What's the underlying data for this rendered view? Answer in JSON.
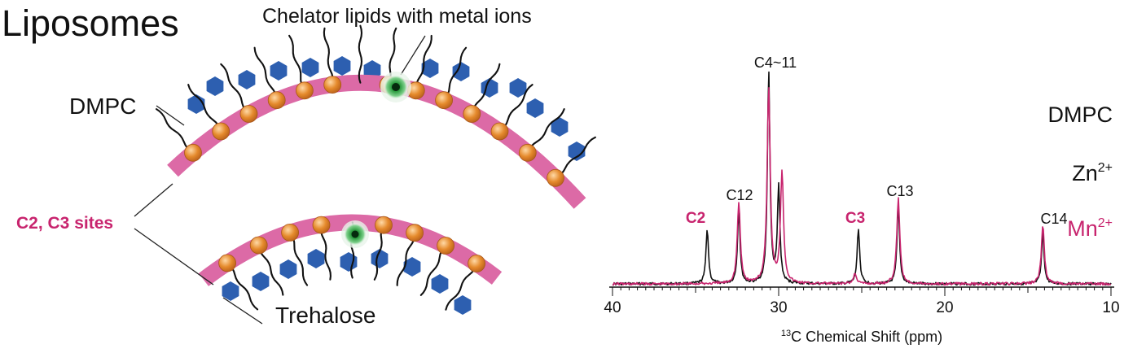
{
  "diagram": {
    "title": "Liposomes",
    "chelator_label": "Chelator lipids with metal ions",
    "dmpc_label": "DMPC",
    "sites_label": "C2, C3 sites",
    "trehalose_label": "Trehalose"
  },
  "spectrum": {
    "x_axis": {
      "title_sup": "13",
      "title_main": "C Chemical Shift (ppm)",
      "ticks": [
        "40",
        "30",
        "20",
        "10"
      ]
    },
    "legend": {
      "dmpc": "DMPC",
      "zn_base": "Zn",
      "zn_sup": "2+",
      "mn_base": "Mn",
      "mn_sup": "2+"
    },
    "peak_labels": {
      "c2": "C2",
      "c12": "C12",
      "c4_11": "C4~11",
      "c3": "C3",
      "c13": "C13",
      "c14": "C14"
    }
  },
  "colors": {
    "magenta": "#c8246e",
    "membrane": "#dc6aa6",
    "lipid_head": "#e58a2c",
    "trehalose": "#2d5fb0",
    "chelator": "#2a9a3e"
  },
  "chart_data": {
    "type": "line",
    "xlim": [
      40,
      10
    ],
    "x_reversed": true,
    "series": [
      {
        "peaks": [
          {
            "ppm": 34.3,
            "height": 0.26
          },
          {
            "ppm": 32.4,
            "height": 0.35
          },
          {
            "ppm": 30.6,
            "height": 1.0
          },
          {
            "ppm": 30.0,
            "height": 0.45
          },
          {
            "ppm": 25.2,
            "height": 0.26
          },
          {
            "ppm": 22.8,
            "height": 0.37
          },
          {
            "ppm": 14.1,
            "height": 0.24
          }
        ]
      },
      {
        "peaks": [
          {
            "ppm": 32.4,
            "height": 0.38
          },
          {
            "ppm": 30.6,
            "height": 0.92
          },
          {
            "ppm": 29.8,
            "height": 0.52
          },
          {
            "ppm": 25.4,
            "height": 0.05
          },
          {
            "ppm": 22.8,
            "height": 0.4
          },
          {
            "ppm": 14.1,
            "height": 0.27
          }
        ]
      }
    ]
  }
}
